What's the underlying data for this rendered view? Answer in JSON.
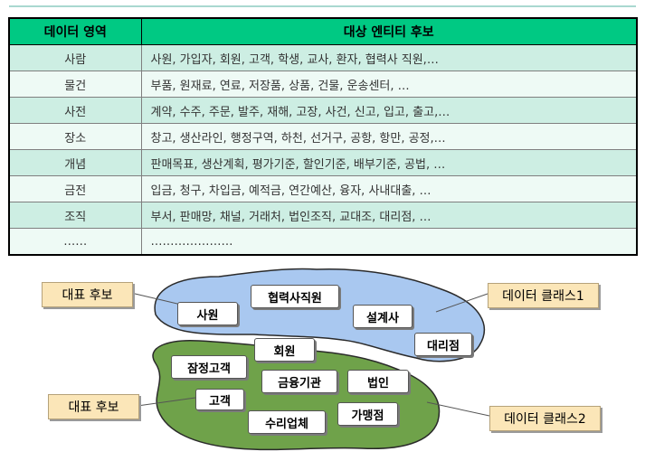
{
  "table": {
    "headers": [
      "데이터 영역",
      "대상 엔티티 후보"
    ],
    "rows": [
      {
        "area": "사람",
        "candidates": "사원, 가입자, 회원, 고객, 학생, 교사, 환자, 협력사 직원,…"
      },
      {
        "area": "물건",
        "candidates": "부품, 원재료, 연료, 저장품, 상품, 건물, 운송센터, …"
      },
      {
        "area": "사전",
        "candidates": "계약, 수주, 주문, 발주, 재해, 고장, 사건, 신고, 입고, 출고,…"
      },
      {
        "area": "장소",
        "candidates": "창고, 생산라인, 행정구역, 하천, 선거구, 공항, 항만, 공정,…"
      },
      {
        "area": "개념",
        "candidates": "판매목표, 생산계획, 평가기준, 할인기준, 배부기준, 공법, …"
      },
      {
        "area": "금전",
        "candidates": "입금, 청구, 차입금, 예적금, 연간예산, 융자, 사내대출, …"
      },
      {
        "area": "조직",
        "candidates": "부서, 판매망, 채널, 거래처, 법인조직, 교대조, 대리점, …"
      },
      {
        "area": "……",
        "candidates": "…………………"
      }
    ]
  },
  "diagram": {
    "class1": {
      "label": "데이터 클래스1",
      "representative": "사원",
      "members": [
        "협력사직원",
        "설계사",
        "대리점"
      ]
    },
    "class2": {
      "label": "데이터 클래스2",
      "representative": "고객",
      "members": [
        "회원",
        "잠정고객",
        "금융기관",
        "법인",
        "가맹점",
        "수리업체"
      ]
    },
    "representative_label_1": "대표 후보",
    "representative_label_2": "대표 후보"
  },
  "colors": {
    "header": "#00c983",
    "row_odd": "#cdeee3",
    "row_even": "#eefaf5",
    "class1_fill": "#a9c8f0",
    "class2_fill": "#6fa24a",
    "callout": "#fbe6b8"
  }
}
